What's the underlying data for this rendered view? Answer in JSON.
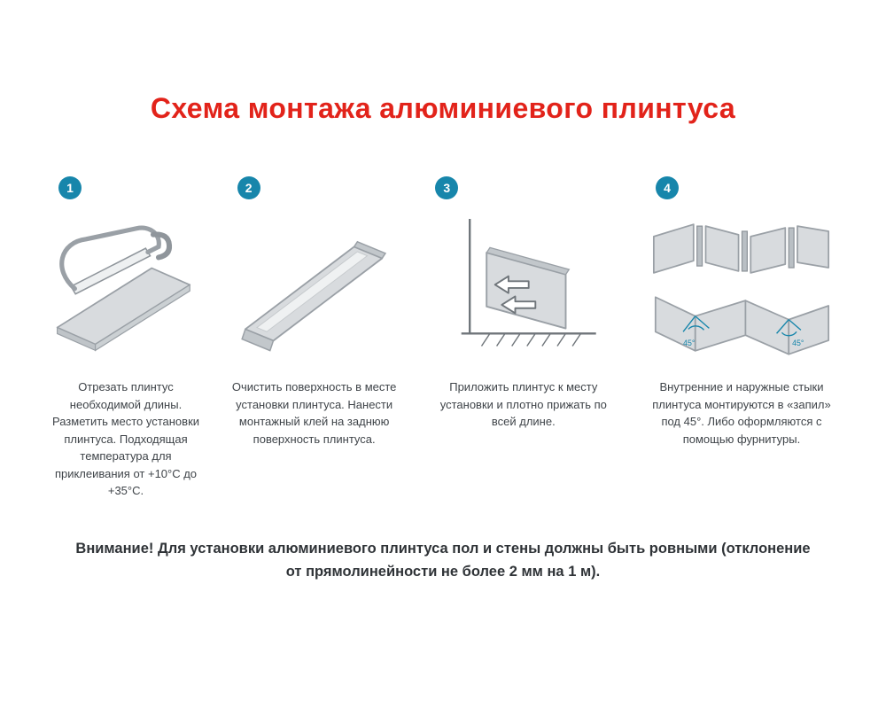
{
  "title": "Схема монтажа алюминиевого плинтуса",
  "steps": [
    {
      "number": "1",
      "illustration": "hacksaw-cutting-plinth",
      "description": "Отрезать плинтус необходимой длины. Разметить место установки плинтуса. Подходящая температура для приклеивания от +10°С до +35°С."
    },
    {
      "number": "2",
      "illustration": "glue-on-plinth-back",
      "description": "Очистить поверхность в месте установки плинтуса. Нанести монтажный клей на заднюю поверхность плинтуса."
    },
    {
      "number": "3",
      "illustration": "press-plinth-to-wall",
      "description": "Приложить плинтус к месту установки и плотно прижать по всей длине."
    },
    {
      "number": "4",
      "illustration": "corner-joints-45-degrees",
      "angle_label": "45°",
      "description": "Внутренние и наружные стыки плинтуса монтируются в «запил» под 45°. Либо оформляются с помощью фурнитуры."
    }
  ],
  "notice": {
    "label": "Внимание!",
    "text": "Для установки алюминиевого плинтуса пол и стены должны быть ровными (отклонение от прямолинейности не более 2 мм на 1 м)."
  },
  "colors": {
    "title_red": "#e2231a",
    "step_badge": "#1786ab",
    "illustration_fill": "#d8dbde",
    "illustration_stroke": "#9aa0a6",
    "text_dark": "#3f4449"
  }
}
